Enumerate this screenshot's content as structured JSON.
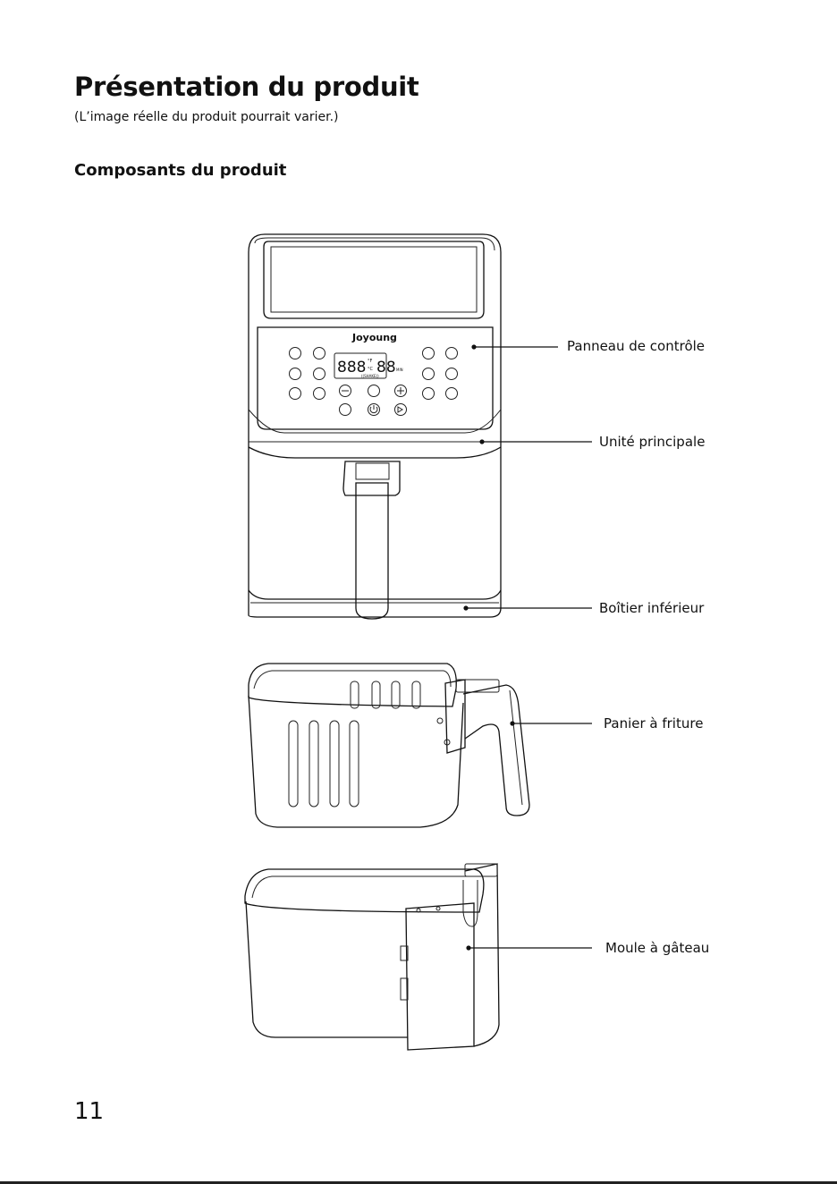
{
  "page": {
    "title": "Présentation du produit",
    "subtitle": "(L’image réelle du produit pourrait varier.)",
    "section_title": "Composants du produit",
    "page_number": "11"
  },
  "labels": {
    "control_panel": "Panneau de contrôle",
    "main_unit": "Unité principale",
    "lower_housing": "Boîtier inférieur",
    "fry_basket": "Panier à friture",
    "cake_mold": "Moule à gâteau"
  },
  "device": {
    "brand": "Joyoung",
    "display_left": "888",
    "display_right": "88",
    "unit_f": "°F",
    "unit_c": "°C",
    "unit_min": "MIN",
    "shake_text": "((SHAKE))"
  }
}
